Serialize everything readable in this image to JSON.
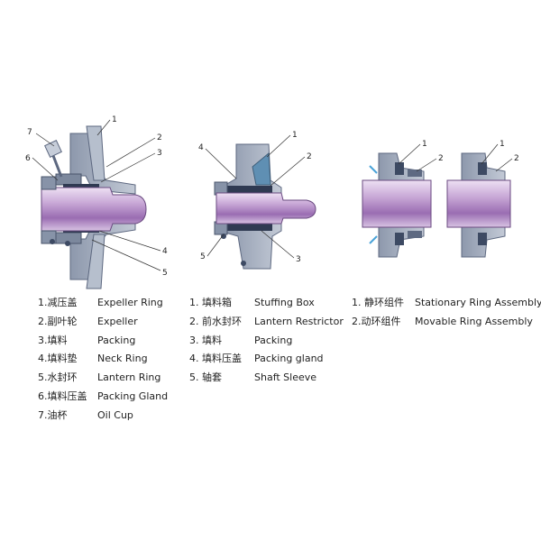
{
  "diagram_1": {
    "callouts": [
      "1",
      "2",
      "3",
      "4",
      "5",
      "6",
      "7"
    ],
    "legend": [
      {
        "zh": "1.减压盖",
        "en": "Expeller Ring"
      },
      {
        "zh": "2.副叶轮",
        "en": "Expeller"
      },
      {
        "zh": "3.填料",
        "en": "Packing"
      },
      {
        "zh": "4.填料垫",
        "en": "Neck Ring"
      },
      {
        "zh": "5.水封环",
        "en": "Lantern Ring"
      },
      {
        "zh": "6.填料压盖",
        "en": "Packing Gland"
      },
      {
        "zh": "7.油杯",
        "en": "Oil Cup"
      }
    ]
  },
  "diagram_2": {
    "callouts": [
      "1",
      "2",
      "3",
      "4",
      "5"
    ],
    "legend": [
      {
        "zh": "1. 填料箱",
        "en": "Stuffing Box"
      },
      {
        "zh": "2. 前水封环",
        "en": "Lantern Restrictor"
      },
      {
        "zh": "3. 填料",
        "en": "Packing"
      },
      {
        "zh": "4. 填料压盖",
        "en": "Packing gland"
      },
      {
        "zh": "5. 轴套",
        "en": "Shaft Sleeve"
      }
    ]
  },
  "diagram_3": {
    "callouts": [
      "1",
      "2",
      "1",
      "2"
    ],
    "legend": [
      {
        "zh": "1. 静环组件",
        "en": "Stationary Ring Assembly"
      },
      {
        "zh": "2.动环组件",
        "en": "Movable Ring Assembly"
      }
    ]
  },
  "colors": {
    "housing": "#a9b3c4",
    "housing_dark": "#6f7c92",
    "shaft_light": "#e7d4ee",
    "shaft_mid": "#b48cc6",
    "shaft_dark": "#7b4f93",
    "packing": "#3d4a63",
    "accent_blue": "#4aa3d8"
  }
}
